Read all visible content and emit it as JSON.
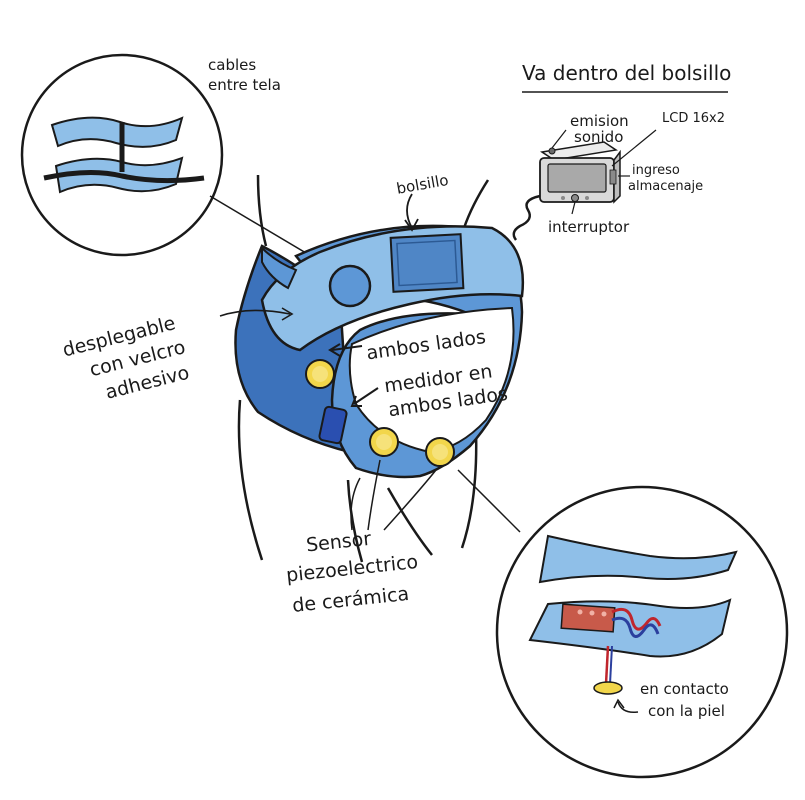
{
  "labels": {
    "cables_line1": "cables",
    "cables_line2": "entre tela",
    "bolsillo": "bolsillo",
    "title": "Va dentro del bolsillo",
    "emision_line1": "emision",
    "emision_line2": "sonido",
    "lcd": "LCD 16x2",
    "ingreso_line1": "ingreso",
    "ingreso_line2": "almacenaje",
    "interruptor": "interruptor",
    "desplegable_line1": "desplegable",
    "desplegable_line2": "con velcro",
    "desplegable_line3": "adhesivo",
    "ambos_lados": "ambos lados",
    "medidor_line1": "medidor en",
    "medidor_line2": "ambos lados",
    "sensor_line1": "Sensor",
    "sensor_line2": "piezoelectrico",
    "sensor_line3": "de cerámica",
    "contacto_line1": "en contacto",
    "contacto_line2": "con la piel"
  },
  "colors": {
    "fabric_light": "#8fbfe8",
    "fabric_mid": "#5d97d6",
    "fabric_dark": "#3c72bb",
    "pocket_blue": "#4f86c6",
    "sensor_yellow": "#f2d64b",
    "meter_blue": "#2a4fb0",
    "device_grey": "#d9d9d9",
    "screen_grey": "#a9a9a9",
    "piezo_red": "#c85a4a",
    "wire_red": "#c0262d",
    "wire_blue": "#2b3f9e"
  }
}
